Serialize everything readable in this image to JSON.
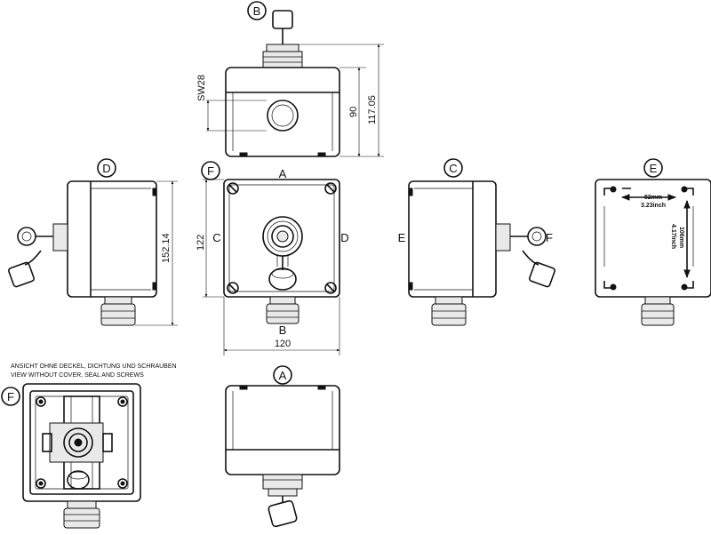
{
  "views": {
    "top": "B",
    "left": "D",
    "front": "F",
    "right": "C",
    "back": "E",
    "bottom": "A",
    "inner": "F"
  },
  "edges": {
    "front_top": "A",
    "front_bottom": "B",
    "front_left": "C",
    "front_right": "D",
    "right_view_left": "E",
    "right_view_right": "F"
  },
  "dimensions": {
    "wrench": "SW28",
    "height": "90",
    "total_height": "117.05",
    "width": "120",
    "depth": "122",
    "side_height": "152.14"
  },
  "back_view": {
    "hole_spacing_mm": "82mm",
    "hole_spacing_inch": "3.23inch",
    "hole_height_mm": "106mm",
    "hole_height_inch": "4.17inch"
  },
  "notes": {
    "line1": "ANSICHT OHNE DECKEL, DICHTUNG UND SCHRAUBEN",
    "line2": "VIEW WITHOUT COVER, SEAL AND SCREWS"
  }
}
